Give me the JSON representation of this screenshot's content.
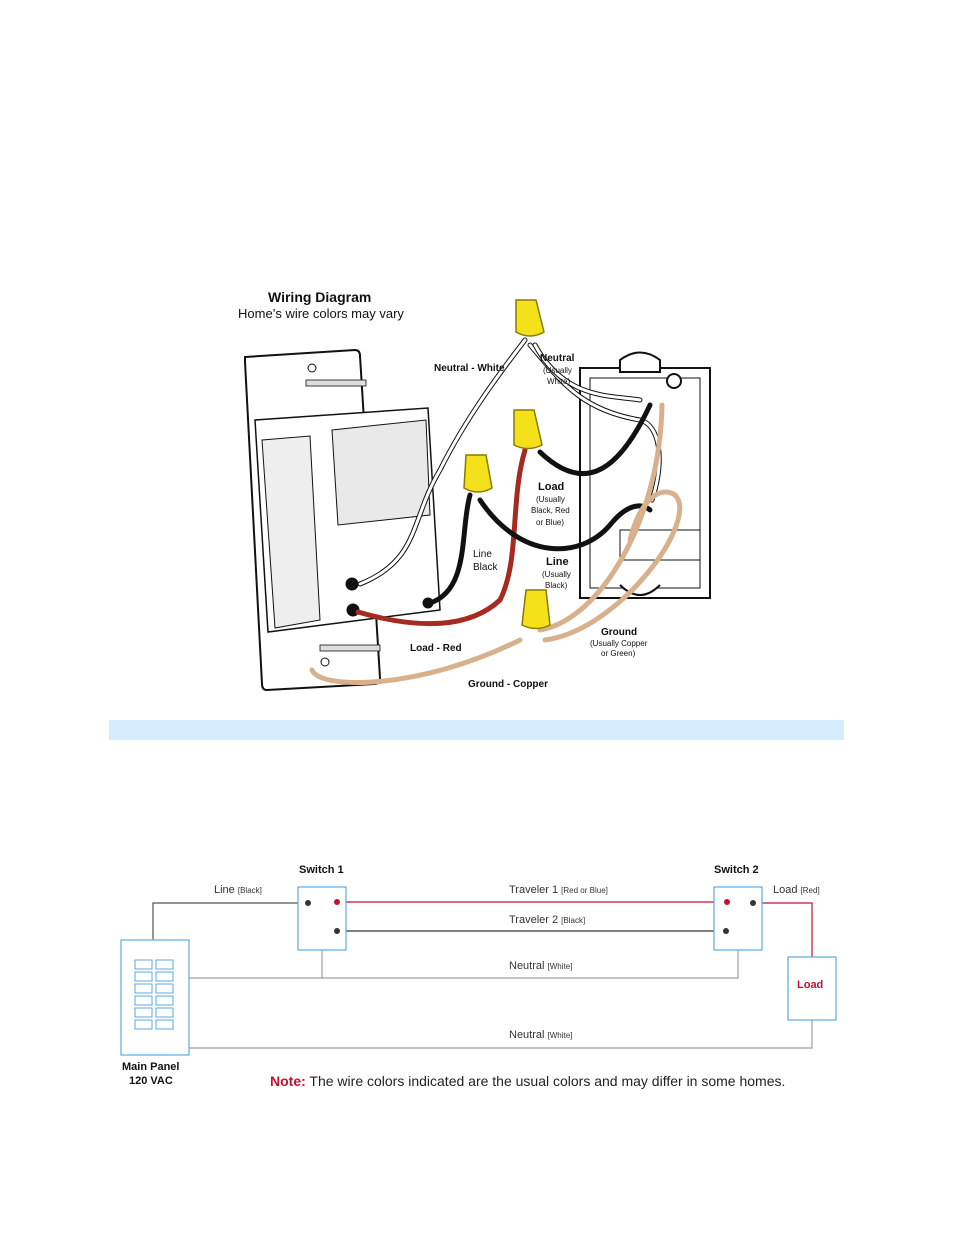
{
  "wiring": {
    "title": "Wiring Diagram",
    "subtitle": "Home’s wire colors may vary",
    "labels": {
      "neutral_white": "Neutral - White",
      "neutral_title": "Neutral",
      "neutral_usually_1": "(Usually",
      "neutral_usually_2": "White)",
      "load_title": "Load",
      "load_usually_1": "(Usually",
      "load_usually_2": "Black, Red",
      "load_usually_3": "or Blue)",
      "line_black_1": "Line",
      "line_black_2": "Black",
      "line_title": "Line",
      "line_usually_1": "(Usually",
      "line_usually_2": "Black)",
      "load_red": "Load - Red",
      "ground_title": "Ground",
      "ground_usually_1": "(Usually Copper",
      "ground_usually_2": "or Green)",
      "ground_copper": "Ground - Copper"
    },
    "colors": {
      "wire_black": "#111111",
      "wire_red": "#a52a1f",
      "wire_copper": "#d8b08c",
      "wire_nut": "#f5e11a"
    }
  },
  "schematic": {
    "switch1": "Switch 1",
    "switch2": "Switch 2",
    "line": "Line",
    "line_color": "[Black]",
    "load_wire": "Load",
    "load_color": "[Red]",
    "traveler1": "Traveler 1",
    "traveler1_color": "[Red or Blue]",
    "traveler2": "Traveler 2",
    "traveler2_color": "[Black]",
    "neutral": "Neutral",
    "neutral_color": "[White]",
    "load_box": "Load",
    "panel_1": "Main Panel",
    "panel_2": "120 VAC",
    "colors": {
      "red": "#c8102e",
      "line_gray": "#9aa0a6",
      "box_border": "#5aa9e6"
    }
  },
  "note": {
    "label": "Note:",
    "text": " The wire colors indicated are the usual colors and may differ in some homes."
  }
}
